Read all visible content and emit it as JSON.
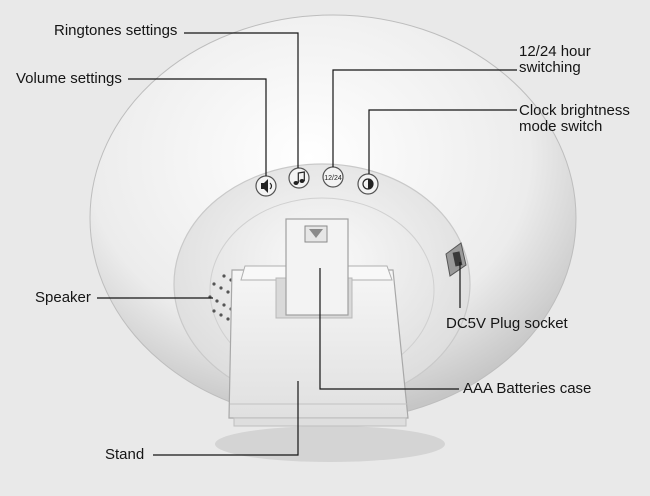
{
  "labels": {
    "ringtones": "Ringtones settings",
    "volume": "Volume settings",
    "hour_switch_line1": "12/24 hour",
    "hour_switch_line2": "switching",
    "brightness_line1": "Clock brightness",
    "brightness_line2": "mode switch",
    "speaker": "Speaker",
    "dc_socket": "DC5V Plug socket",
    "batteries": "AAA Batteries case",
    "stand": "Stand"
  },
  "button_marks": {
    "hour_button_text": "12/24"
  },
  "colors": {
    "background": "#e9e9e9",
    "leader_line": "#151515",
    "device_body": "#f4f4f4"
  },
  "icons": [
    "speaker-volume-icon",
    "music-note-icon",
    "half-circle-brightness-icon"
  ]
}
